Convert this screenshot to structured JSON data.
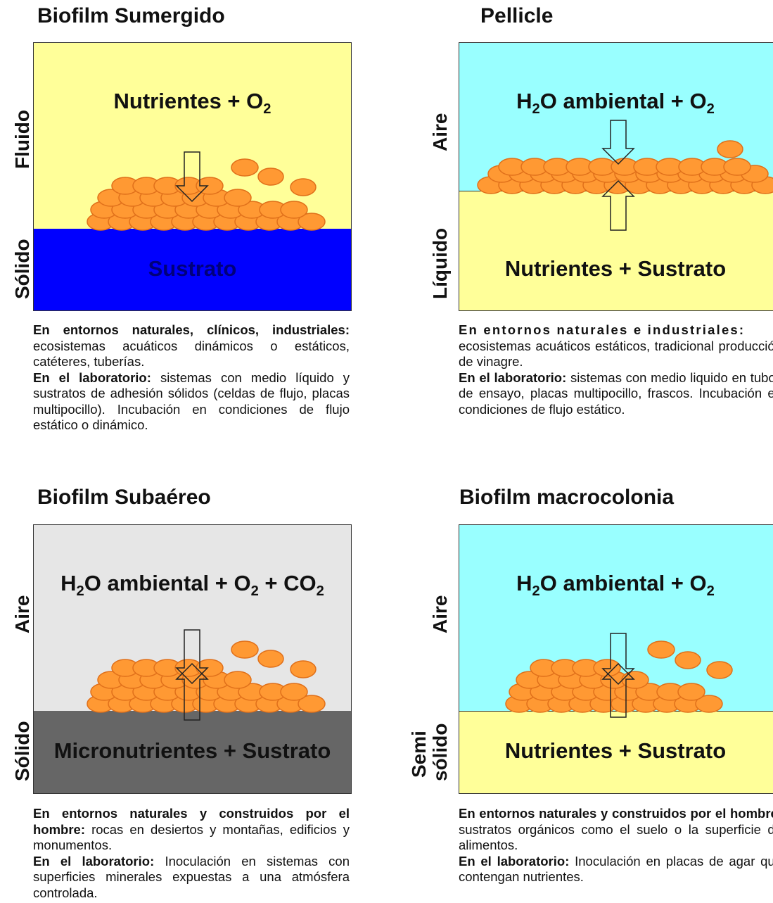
{
  "panels": [
    {
      "title": "Biofilm Sumergido",
      "top_label": "Nutrientes + O",
      "top_sub": "2",
      "bottom_label": "Sustrato",
      "side_top": "Fluido",
      "side_bottom": "Sólido",
      "colors": {
        "top": "#ffff99",
        "bottom": "#0000ff",
        "bottom_text": "#00007a"
      },
      "desc_head1": "En entornos naturales, clínicos, industriales:",
      "desc_body1": "ecosistemas acuáticos dinámicos o estáticos, catéteres, tuberías.",
      "desc_head2": "En el laboratorio:",
      "desc_body2": "sistemas con medio líquido y sustratos de adhesión sólidos (celdas de flujo, placas multipocillo). Incubación en condiciones de flujo estático o dinámico."
    },
    {
      "title": "Pellicle",
      "top_label_a": "H",
      "top_sub_a": "2",
      "top_label_b": "O ambiental + O",
      "top_sub_b": "2",
      "bottom_label": "Nutrientes + Sustrato",
      "side_top": "Aire",
      "side_bottom": "Líquido",
      "colors": {
        "top": "#99ffff",
        "bottom": "#ffff99"
      },
      "desc_head1": "En entornos naturales e industriales:",
      "desc_body1": "ecosistemas acuáticos estáticos, tradicional producción de vinagre.",
      "desc_head2": "En el laboratorio:",
      "desc_body2": "sistemas con medio liquido en tubos de ensayo, placas multipocillo, frascos. Incubación en condiciones de flujo estático."
    },
    {
      "title": "Biofilm Subaéreo",
      "top_label_a": "H",
      "top_sub_a": "2",
      "top_label_b": "O ambiental + O",
      "top_sub_b": "2",
      "top_label_c": " + CO",
      "top_sub_c": "2",
      "bottom_label": "Micronutrientes + Sustrato",
      "side_top": "Aire",
      "side_bottom": "Sólido",
      "colors": {
        "top": "#e6e6e6",
        "bottom": "#666666"
      },
      "desc_head1": "En entornos naturales y construidos por el hombre:",
      "desc_body1": "rocas en desiertos y montañas, edificios y monumentos.",
      "desc_head2": "En el laboratorio:",
      "desc_body2": "Inoculación en sistemas con superficies minerales expuestas a una atmósfera controlada."
    },
    {
      "title": "Biofilm macrocolonia",
      "top_label_a": "H",
      "top_sub_a": "2",
      "top_label_b": "O ambiental + O",
      "top_sub_b": "2",
      "bottom_label": "Nutrientes + Sustrato",
      "side_top": "Aire",
      "side_bottom_1": "Semi",
      "side_bottom_2": "sólido",
      "colors": {
        "top": "#99ffff",
        "bottom": "#ffff99"
      },
      "desc_head1": "En entornos naturales y construidos por el hombre:",
      "desc_body1": "sustratos orgánicos como el suelo o la superficie de alimentos.",
      "desc_head2": "En el laboratorio:",
      "desc_body2": "Inoculación en placas de agar que contengan nutrientes."
    }
  ],
  "cell_color": "#ff9933",
  "cell_stroke": "#e0701a"
}
